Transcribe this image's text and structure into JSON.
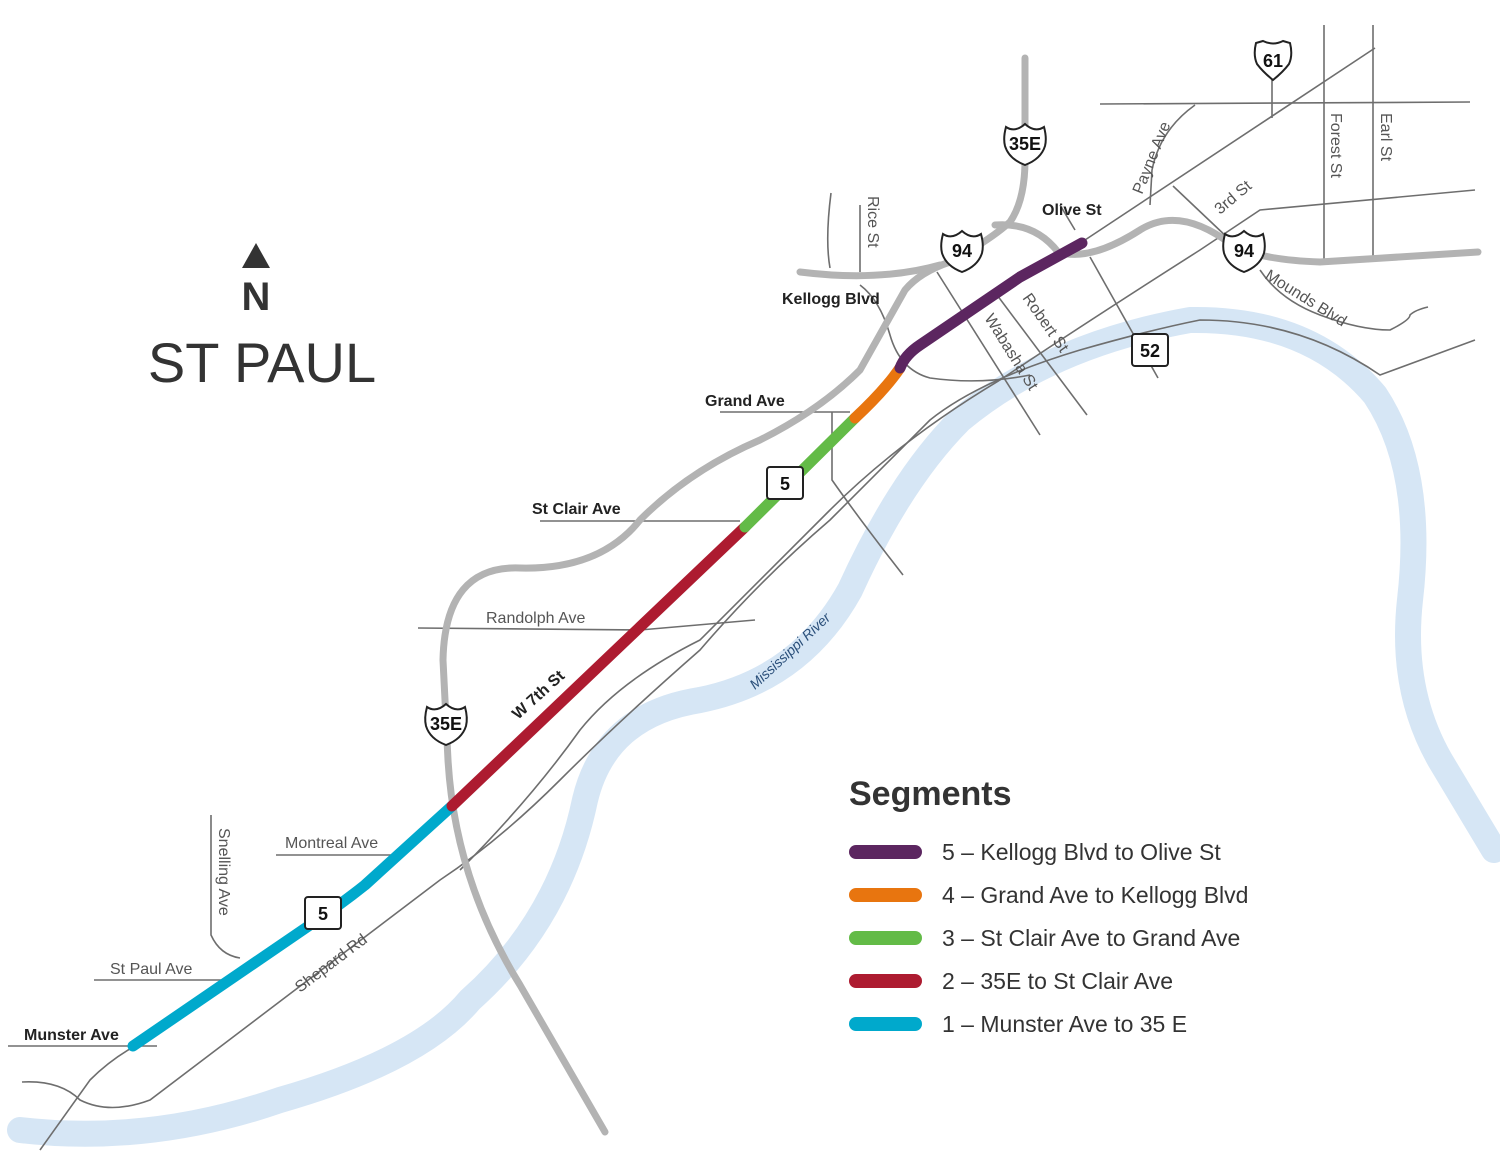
{
  "map": {
    "city": "ST PAUL",
    "north_label": "N",
    "river_label": "Mississippi River",
    "streets": {
      "olive": "Olive St",
      "kellogg": "Kellogg Blvd",
      "grand": "Grand Ave",
      "stclair": "St Clair Ave",
      "randolph": "Randolph Ave",
      "w7th": "W 7th St",
      "montreal": "Montreal Ave",
      "snelling": "Snelling Ave",
      "stpaul": "St Paul Ave",
      "munster": "Munster Ave",
      "shepard": "Shepard Rd",
      "rice": "Rice St",
      "wabasha": "Wabasha St",
      "robert": "Robert St",
      "payne": "Payne Ave",
      "forest": "Forest St",
      "earl": "Earl St",
      "third": "3rd St",
      "mounds": "Mounds Blvd"
    },
    "shields": {
      "i35e_north": "35E",
      "i35e_south": "35E",
      "i94_west": "94",
      "i94_east": "94",
      "us61": "61",
      "mn52": "52",
      "mn5_north": "5",
      "mn5_south": "5"
    }
  },
  "legend": {
    "title": "Segments",
    "items": [
      {
        "label": "5 – Kellogg Blvd to Olive St",
        "color": "#5c2660"
      },
      {
        "label": "4 – Grand Ave to Kellogg Blvd",
        "color": "#e8750f"
      },
      {
        "label": "3 – St Clair Ave to Grand Ave",
        "color": "#63bb47"
      },
      {
        "label": "2 – 35E to St Clair Ave",
        "color": "#ad1b30"
      },
      {
        "label": "1 – Munster Ave to 35 E",
        "color": "#00a9cc"
      }
    ]
  }
}
